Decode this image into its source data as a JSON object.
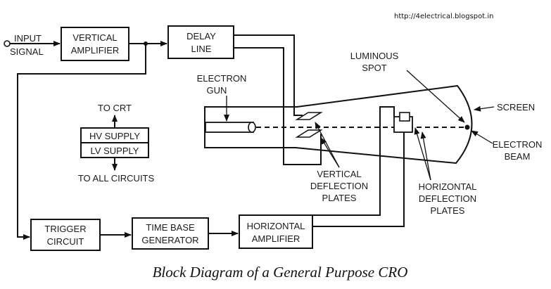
{
  "watermark_url": "http://4electrical.blogspot.in",
  "caption": "Block Diagram of a General Purpose CRO",
  "input": {
    "line1": "INPUT",
    "line2": "SIGNAL"
  },
  "blocks": {
    "vertical_amplifier": {
      "line1": "VERTICAL",
      "line2": "AMPLIFIER"
    },
    "delay_line": {
      "line1": "DELAY",
      "line2": "LINE"
    },
    "hv_supply": "HV SUPPLY",
    "lv_supply": "LV SUPPLY",
    "trigger_circuit": {
      "line1": "TRIGGER",
      "line2": "CIRCUIT"
    },
    "time_base_generator": {
      "line1": "TIME BASE",
      "line2": "GENERATOR"
    },
    "horizontal_amplifier": {
      "line1": "HORIZONTAL",
      "line2": "AMPLIFIER"
    }
  },
  "labels": {
    "to_crt": "TO CRT",
    "to_all_circuits": "TO ALL CIRCUITS",
    "electron_gun": {
      "line1": "ELECTRON",
      "line2": "GUN"
    },
    "luminous_spot": {
      "line1": "LUMINOUS",
      "line2": "SPOT"
    },
    "screen": "SCREEN",
    "electron_beam": {
      "line1": "ELECTRON",
      "line2": "BEAM"
    },
    "vertical_plates": {
      "line1": "VERTICAL",
      "line2": "DEFLECTION",
      "line3": "PLATES"
    },
    "horizontal_plates": {
      "line1": "HORIZONTAL",
      "line2": "DEFLECTION",
      "line3": "PLATES"
    }
  }
}
